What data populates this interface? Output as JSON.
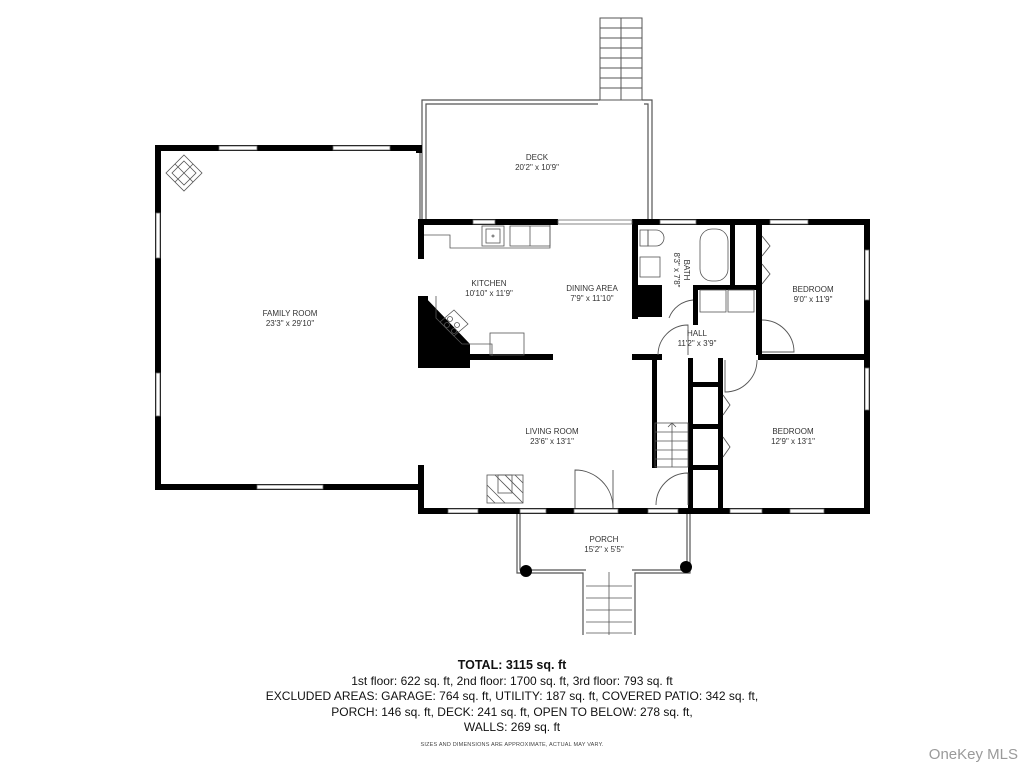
{
  "rooms": {
    "deck": {
      "name": "DECK",
      "dims": "20'2\" x 10'9\""
    },
    "family_room": {
      "name": "FAMILY ROOM",
      "dims": "23'3\" x 29'10\""
    },
    "kitchen": {
      "name": "KITCHEN",
      "dims": "10'10\" x 11'9\""
    },
    "dining_area": {
      "name": "DINING AREA",
      "dims": "7'9\" x 11'10\""
    },
    "bath": {
      "name": "BATH",
      "dims": "8'3\" x 7'8\""
    },
    "bedroom_1": {
      "name": "BEDROOM",
      "dims": "9'0\" x 11'9\""
    },
    "hall": {
      "name": "HALL",
      "dims": "11'2\" x 3'9\""
    },
    "living_room": {
      "name": "LIVING ROOM",
      "dims": "23'6\" x 13'1\""
    },
    "bedroom_2": {
      "name": "BEDROOM",
      "dims": "12'9\" x 13'1\""
    },
    "porch": {
      "name": "PORCH",
      "dims": "15'2\" x 5'5\""
    }
  },
  "summary": {
    "total": "TOTAL: 3115 sq. ft",
    "floors": "1st floor: 622 sq. ft, 2nd floor: 1700 sq. ft, 3rd floor: 793 sq. ft",
    "excluded_line1": "EXCLUDED AREAS: GARAGE: 764 sq. ft, UTILITY: 187 sq. ft, COVERED PATIO: 342 sq. ft,",
    "excluded_line2": "PORCH: 146 sq. ft, DECK: 241 sq. ft, OPEN TO BELOW: 278 sq. ft,",
    "excluded_line3": "WALLS: 269 sq. ft"
  },
  "disclaimer": "SIZES AND DIMENSIONS ARE APPROXIMATE, ACTUAL MAY VARY.",
  "watermark": "OneKey MLS",
  "colors": {
    "wall": "#000000",
    "line": "#555555",
    "text": "#333333"
  }
}
